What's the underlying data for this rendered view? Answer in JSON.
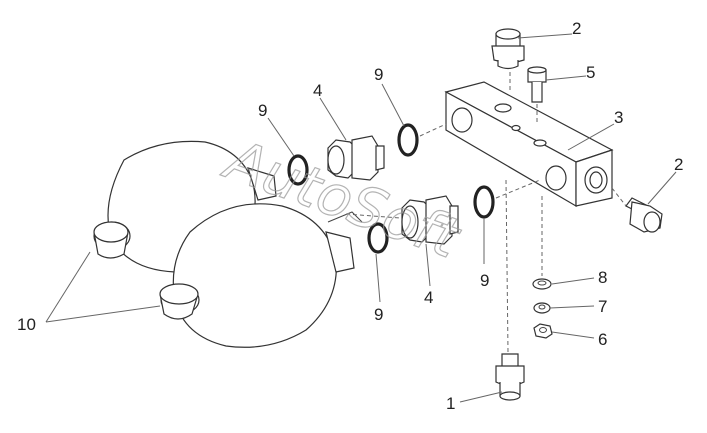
{
  "watermark": "AutoSoft",
  "callouts": {
    "c1": "1",
    "c2a": "2",
    "c2b": "2",
    "c3": "3",
    "c4a": "4",
    "c4b": "4",
    "c5": "5",
    "c6": "6",
    "c7": "7",
    "c8": "8",
    "c9a": "9",
    "c9b": "9",
    "c9c": "9",
    "c9d": "9",
    "c10": "10"
  }
}
